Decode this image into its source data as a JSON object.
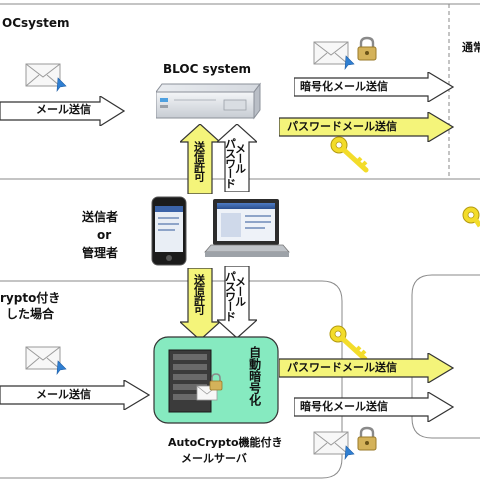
{
  "title_fragment": "OCsystem",
  "server_label": "BLOC system",
  "right_top_label": "通常",
  "mail_send_1": "メール送信",
  "mail_send_2": "メール送信",
  "encrypted_send_1": "暗号化メール送信",
  "encrypted_send_2": "暗号化メール送信",
  "password_send_1": "パスワードメール送信",
  "password_send_2": "パスワードメール送信",
  "password_mail_col_1": [
    "パスワード",
    "メール"
  ],
  "password_mail_col_2": [
    "パスワード",
    "メール"
  ],
  "send_permit_1": "送信許可",
  "send_permit_2": "送信許可",
  "sender_label": "送信者",
  "or_label": "or",
  "admin_label": "管理者",
  "section2_line1": "rypto付き",
  "section2_line2": "した場合",
  "auto_encrypt": "自動暗号化",
  "mail_server_line1": "AutoCrypto機能付き",
  "mail_server_line2": "メールサーバ",
  "colors": {
    "arrow_white_fill": "#ffffff",
    "arrow_yellow_fill": "#f4f47a",
    "server_green": "#86eac0",
    "key_yellow": "#f3dc2a",
    "lock_gold": "#d4b25a",
    "line_gray": "#8a8a8a"
  }
}
